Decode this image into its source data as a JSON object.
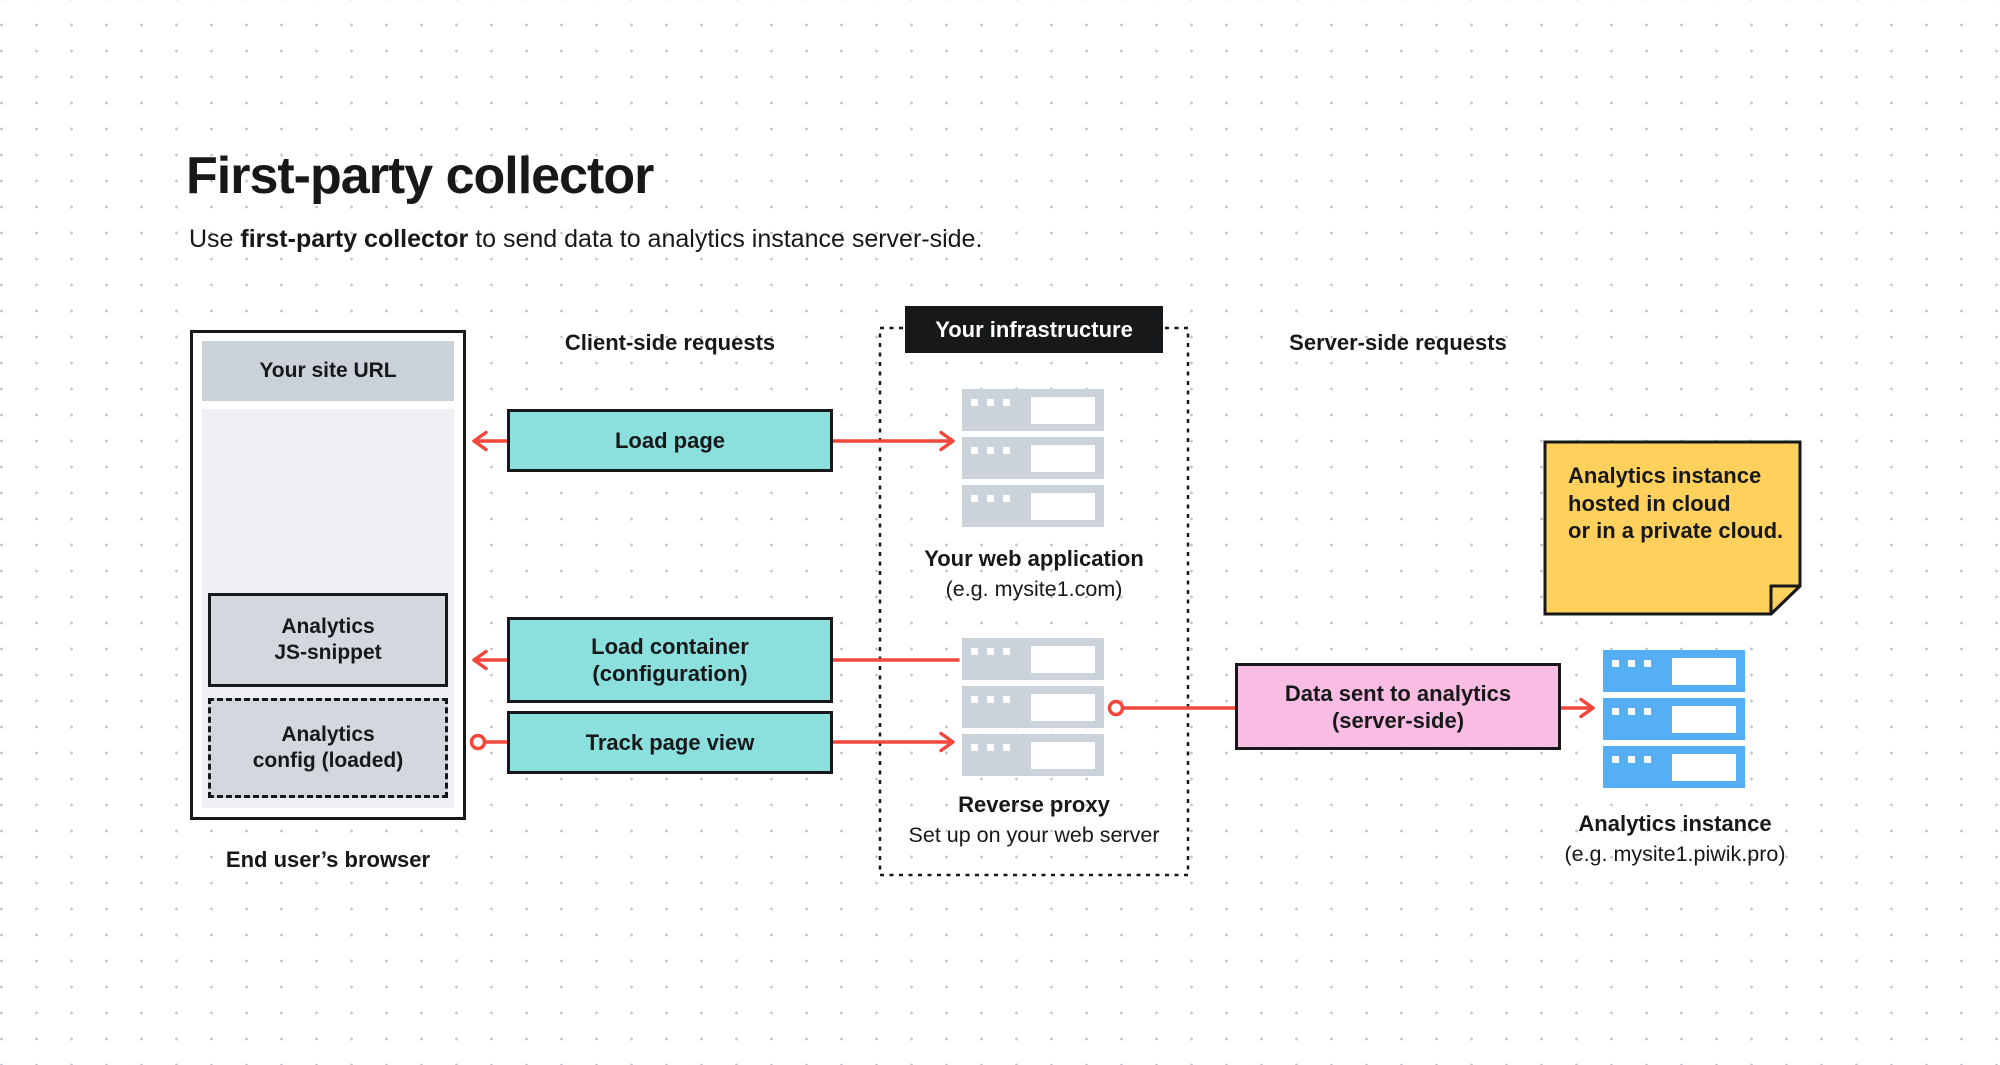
{
  "header": {
    "title": "First-party collector",
    "subtitle": {
      "prefix": "Use ",
      "bold": "first-party collector",
      "suffix": " to send data to analytics instance server-side."
    }
  },
  "section_labels": {
    "client_side": "Client-side requests",
    "server_side": "Server-side requests"
  },
  "browser": {
    "url_bar": "Your site URL",
    "js_snippet": [
      "Analytics",
      "JS-snippet"
    ],
    "config": [
      "Analytics",
      "config (loaded)"
    ],
    "caption": "End user’s browser"
  },
  "flows": {
    "load_page": "Load page",
    "load_container": [
      "Load container",
      "(configuration)"
    ],
    "track_page_view": "Track page view",
    "data_sent": [
      "Data sent to analytics",
      "(server-side)"
    ]
  },
  "infrastructure": {
    "header": "Your infrastructure",
    "web_app": {
      "title": "Your web application",
      "subtitle": "(e.g. mysite1.com)"
    },
    "reverse_proxy": {
      "title": "Reverse proxy",
      "subtitle": "Set up on your web server"
    }
  },
  "analytics": {
    "note": [
      "Analytics instance",
      "hosted in cloud",
      "or in a private cloud."
    ],
    "instance": {
      "title": "Analytics instance",
      "subtitle": "(e.g. mysite1.piwik.pro)"
    }
  },
  "icons": {
    "servers": "server-stack-icon",
    "note": "sticky-note-icon",
    "connectors": "red-arrow-icon"
  },
  "colors": {
    "ink": "#17181A",
    "accent_red": "#F4473C",
    "teal": "#8BE0DD",
    "pink": "#F9BCE2",
    "yellow": "#FFD15C",
    "blue": "#55AFF5",
    "server_gray": "#CCD2DA"
  }
}
